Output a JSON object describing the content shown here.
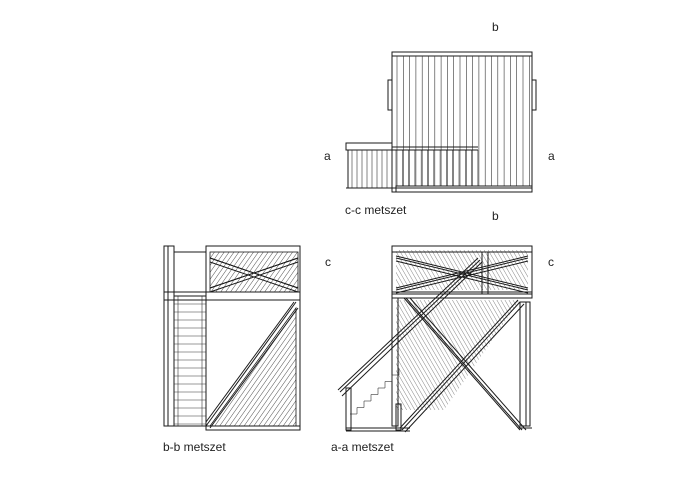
{
  "labels": {
    "b_top": "b",
    "b_mid": "b",
    "a_left": "a",
    "a_right": "a",
    "c_left": "c",
    "c_right": "c"
  },
  "captions": {
    "cc": "c-c metszet",
    "bb": "b-b metszet",
    "aa": "a-a metszet"
  }
}
